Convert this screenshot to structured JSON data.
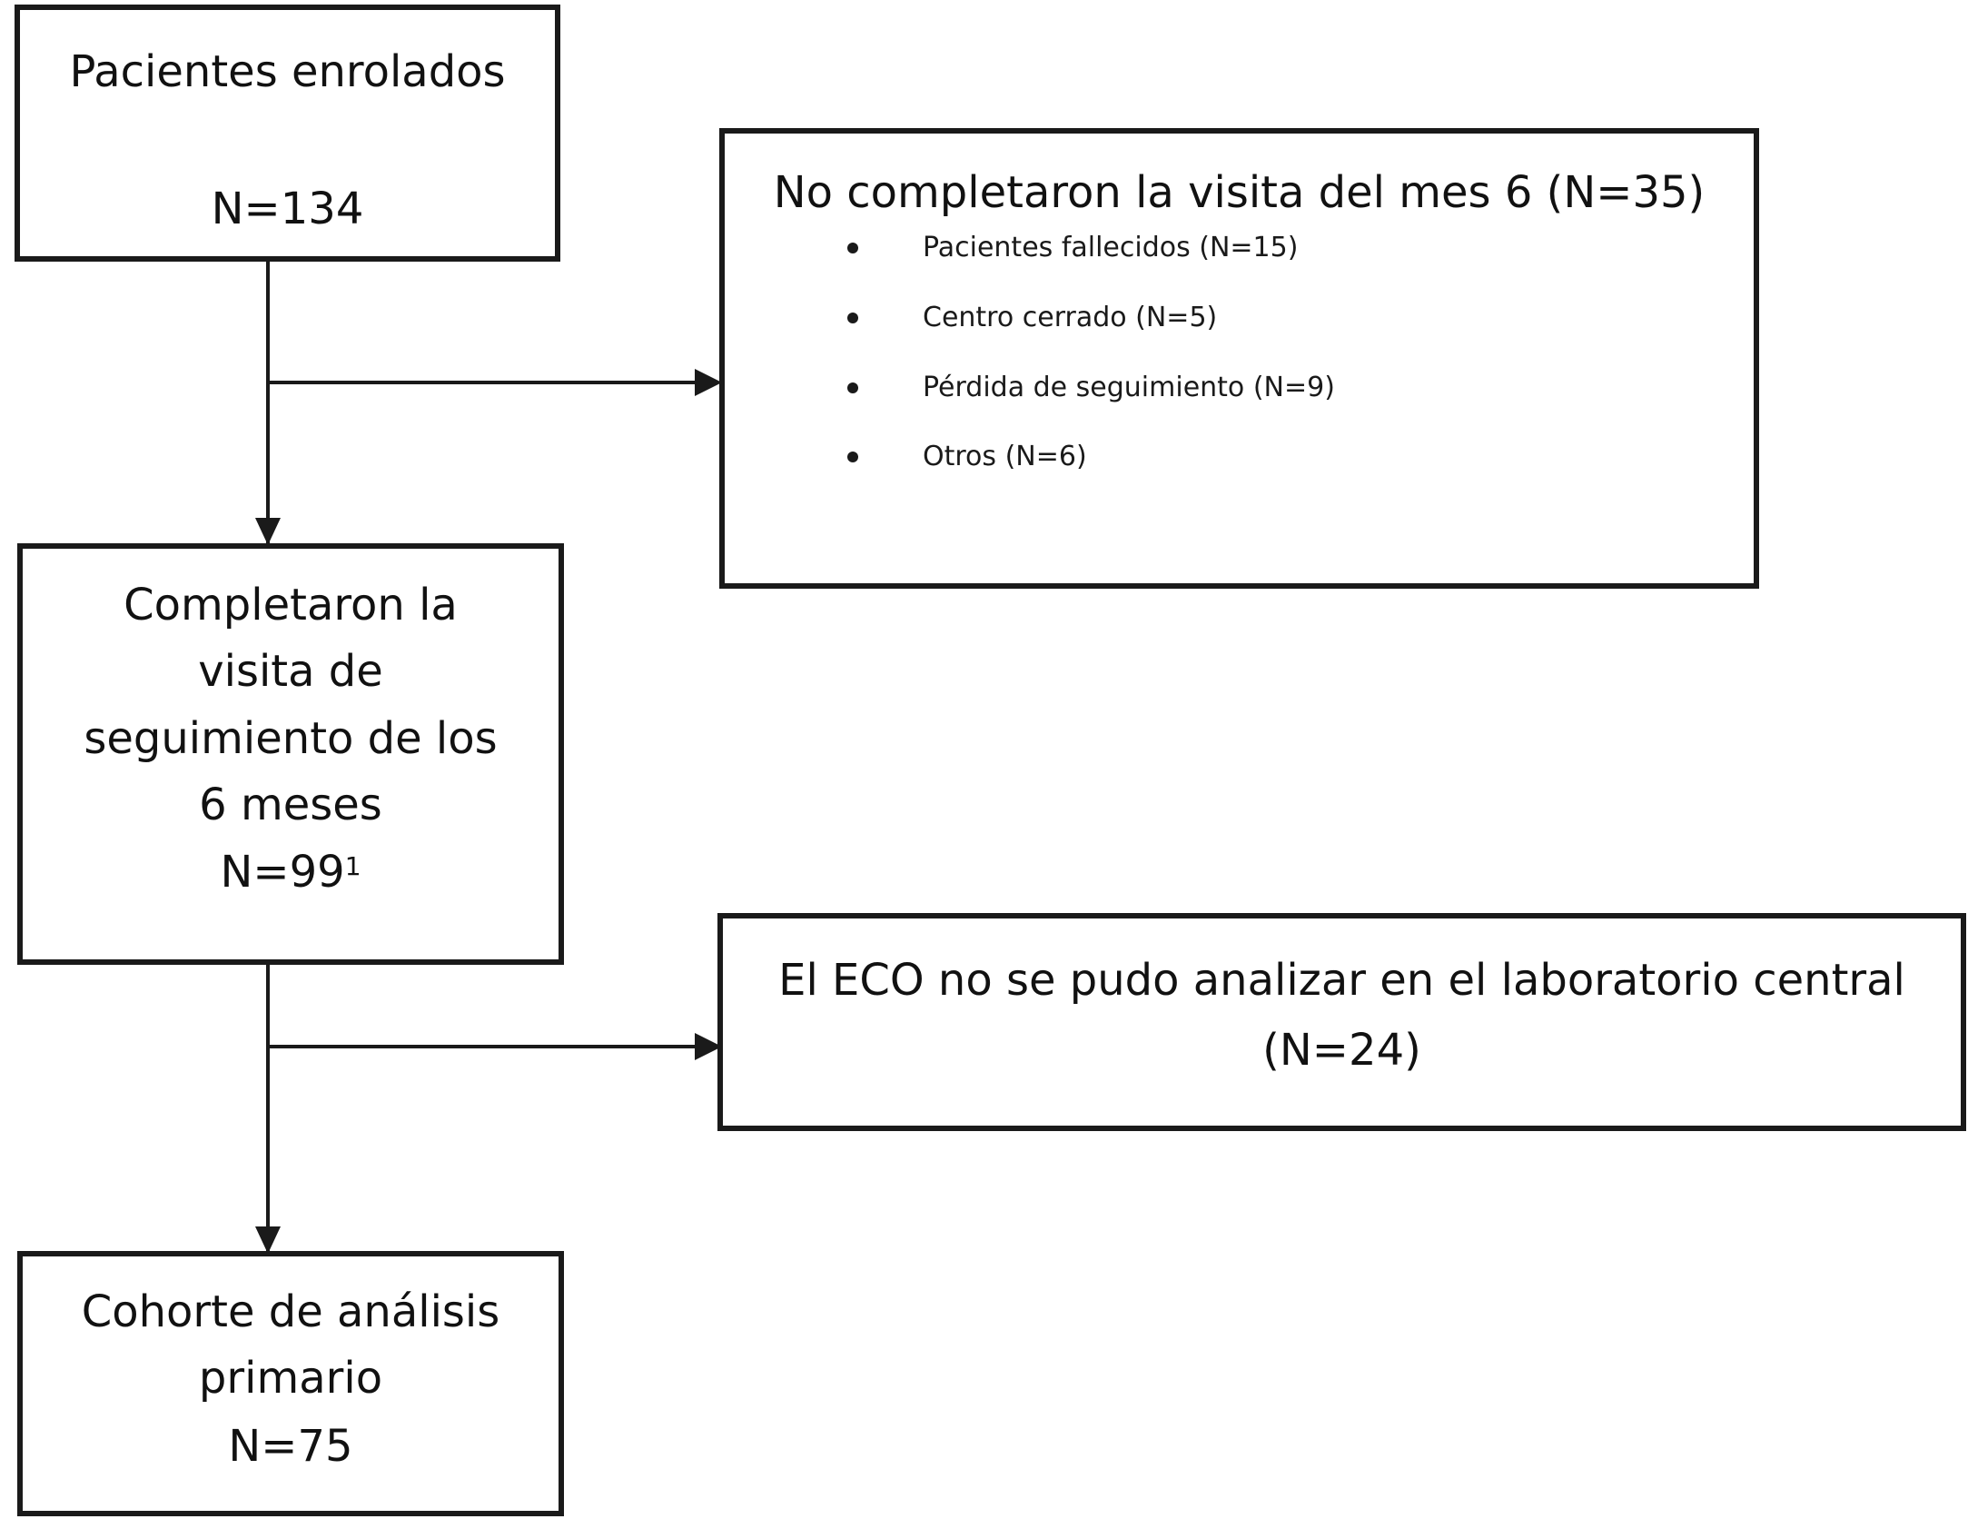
{
  "enrolled": {
    "title": "Pacientes enrolados",
    "count": "N=134"
  },
  "excluded_6m": {
    "title": "No completaron la visita del mes 6 (N=35)",
    "reasons": [
      "Pacientes fallecidos (N=15)",
      "Centro cerrado (N=5)",
      "Pérdida de seguimiento (N=9)",
      "Otros (N=6)"
    ]
  },
  "completed_6m": {
    "lines": [
      "Completaron la",
      "visita de",
      "seguimiento de los",
      "6 meses"
    ],
    "count": "N=99",
    "footnote": "1"
  },
  "echo_excluded": {
    "line1": "El ECO no se pudo analizar en el laboratorio central",
    "line2": "(N=24)"
  },
  "primary_cohort": {
    "lines": [
      "Cohorte de análisis",
      "primario"
    ],
    "count": "N=75"
  }
}
